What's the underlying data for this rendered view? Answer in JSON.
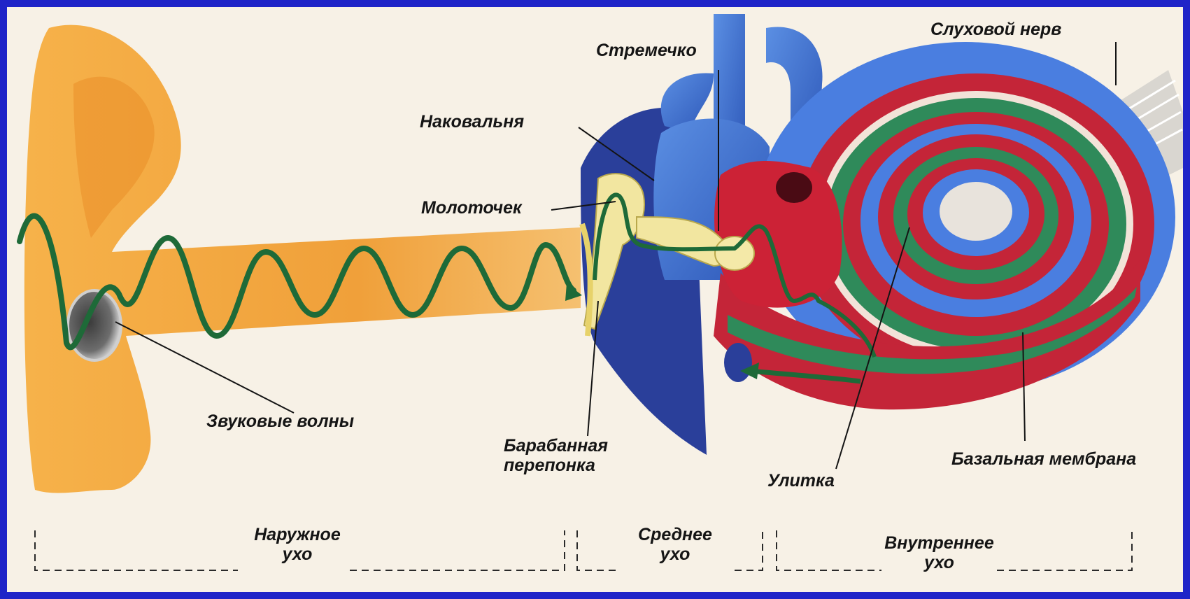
{
  "labels": {
    "auditory_nerve": "Слуховой нерв",
    "stirrup": "Стремечко",
    "anvil": "Наковальня",
    "hammer": "Молоточек",
    "sound_waves": "Звуковые волны",
    "eardrum_line1": "Барабанная",
    "eardrum_line2": "перепонка",
    "cochlea": "Улитка",
    "basilar_membrane": "Базальная мембрана"
  },
  "sections": {
    "outer_line1": "Наружное",
    "outer_line2": "ухо",
    "middle_line1": "Среднее",
    "middle_line2": "ухо",
    "inner_line1": "Внутреннее",
    "inner_line2": "ухо"
  },
  "colors": {
    "border": "#1f24c8",
    "background": "#f7f1e6",
    "ear": "#f2a43c",
    "wave": "#1e6a38",
    "blue": "#3a6fd0",
    "red": "#c8283c",
    "green": "#2f8a5a"
  }
}
